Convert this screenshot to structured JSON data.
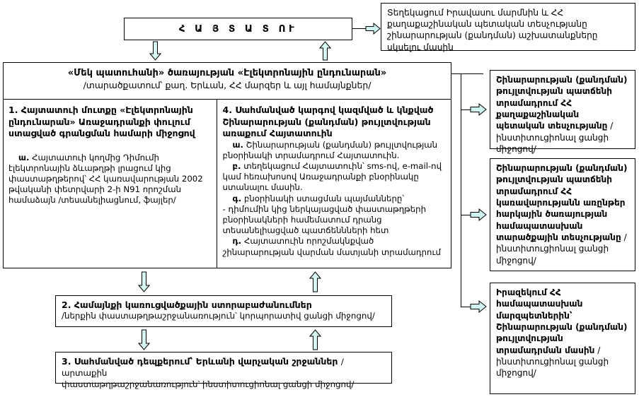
{
  "colors": {
    "arrow_fill": "#cdf2f0",
    "arrow_stroke": "#000000",
    "border": "#000000",
    "background": "#ffffff"
  },
  "applicant": {
    "label": "Հ Ա Յ Տ Ա Տ ՈՒ"
  },
  "notification": {
    "text": "Տեղեկացում Իրավասու մարմնին և ՀՀ քաղաքաշինական պետական տեսչությանը շինարարության (քանդման) աշխատանքները սկսելու մասին"
  },
  "main": {
    "title_line1": "«Մեկ պատուհանի» ծառայության «Էլեկտրոնային ընդունարան»",
    "title_line2": "/տարածքատում՝ քաղ. Երևան, ՀՀ մարզեր և այլ համայնքներ/",
    "left_section": {
      "heading": "1. Հայտատուի մուտքը «Էլեկտրոնային ընդունարան» Առաջադրանքի փուլում ստացված գրանցման համարի միջոցով",
      "items": [
        {
          "marker": "ա.",
          "text": "Հայտատուի կողմից Դիմումի էլեկտրոնային ձևաթղթի լրացում կից փաստաթղթերով՝ ՀՀ կառավարության 2002 թվականի փետրվարի 2-ի N91 որոշման համաձայն /տեսանելիացնում, ֆայլեր/"
        }
      ]
    },
    "right_section": {
      "heading": "4. Սահմանված կարգով   կազմված և կնքված Շինարարության (քանդման) թույլտվության առաքում Հայտատուին",
      "items": [
        {
          "marker": "ա.",
          "text": "Շինարարության (քանդման) թույլտվության բնօրինակի տրամադրում Հայտատուին."
        },
        {
          "marker": "բ.",
          "text": "տեղեկացում Հայտատուին՝ sms-ով, e-mail-ով կամ հեռախոսով Առաջադրանքի բնօրինակը ստանալու մասին."
        },
        {
          "marker": "գ.",
          "text": "բնօրինակի ստացման պայմանները՝"
        },
        {
          "marker": "-",
          "text": "դիմումին կից ներկայացված փաստաթղթերի բնօրինակների համեմատում դրանց տեսանելիացված պատճեննների հետ"
        },
        {
          "marker": "դ.",
          "text": "Հայտատուին որոշմակնքված շինարարության վարման մատյանի տրամադրում"
        }
      ]
    }
  },
  "box2": {
    "heading": "2. Համայնքի կառուցվածքային ստորաբաժանումներ",
    "subtext": "/ներքին փաստաթղթաշրջանառություն՝ կորպորատիվ ցանցի միջոցով/"
  },
  "box3": {
    "heading": "3. Սահմանված դեպքերում՝ Երևանի վարչական շրջաններ",
    "heading_tail": "/արտաքին",
    "subtext": "փաստաթղթաշրջանառություն՝ ինստիտուցիոնալ ցանցի միջոցով/"
  },
  "right_boxes": [
    {
      "text": "Շինարարության (քանդման) թույլտվության պատճենի տրամադրում ՀՀ քաղաքաշինական պետական տեսչությանը",
      "note": "/ինստիտուցիոնալ ցանցի միջոցով/"
    },
    {
      "text": "Շինարարության (քանդման) թույլտվության պատճենի տրամադրում ՀՀ կառավարությանն առընթեր հարկային ծառայության համապատասխան տարածքային տեսչությանը",
      "note": "/ինստիտուցիոնալ ցանցի միջոցով/"
    },
    {
      "text": "Իրազեկում ՀՀ համապատասխան մարզպետներին՝ Շինարարության (քանդման) թույլտվության տրամադրման մասին",
      "note": "/ինստիտուցիոնալ ցանցի միջոցով/"
    }
  ],
  "arrows": {
    "down_icon": "arrow-down",
    "up_icon": "arrow-up",
    "right_icon": "arrow-right"
  }
}
